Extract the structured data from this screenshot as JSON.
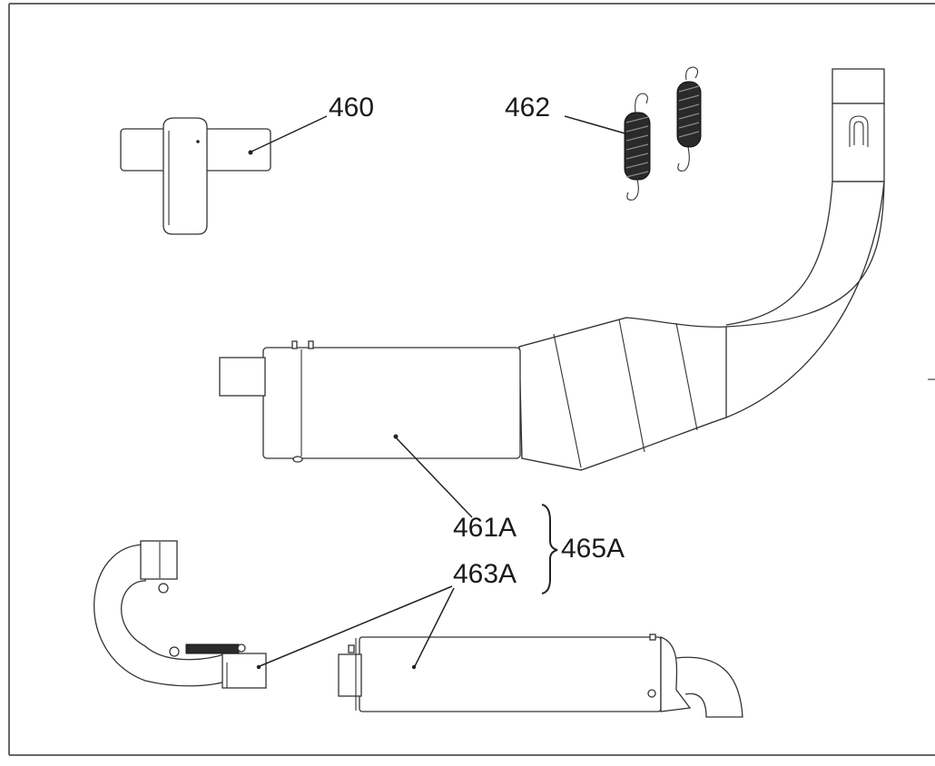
{
  "labels": {
    "part_460": "460",
    "part_462": "462",
    "part_461A": "461A",
    "part_463A": "463A",
    "part_465A": "465A"
  },
  "colors": {
    "line": "#333333",
    "spring_coil": "#2a2a2a",
    "frame": "#555555",
    "background": "#ffffff"
  }
}
